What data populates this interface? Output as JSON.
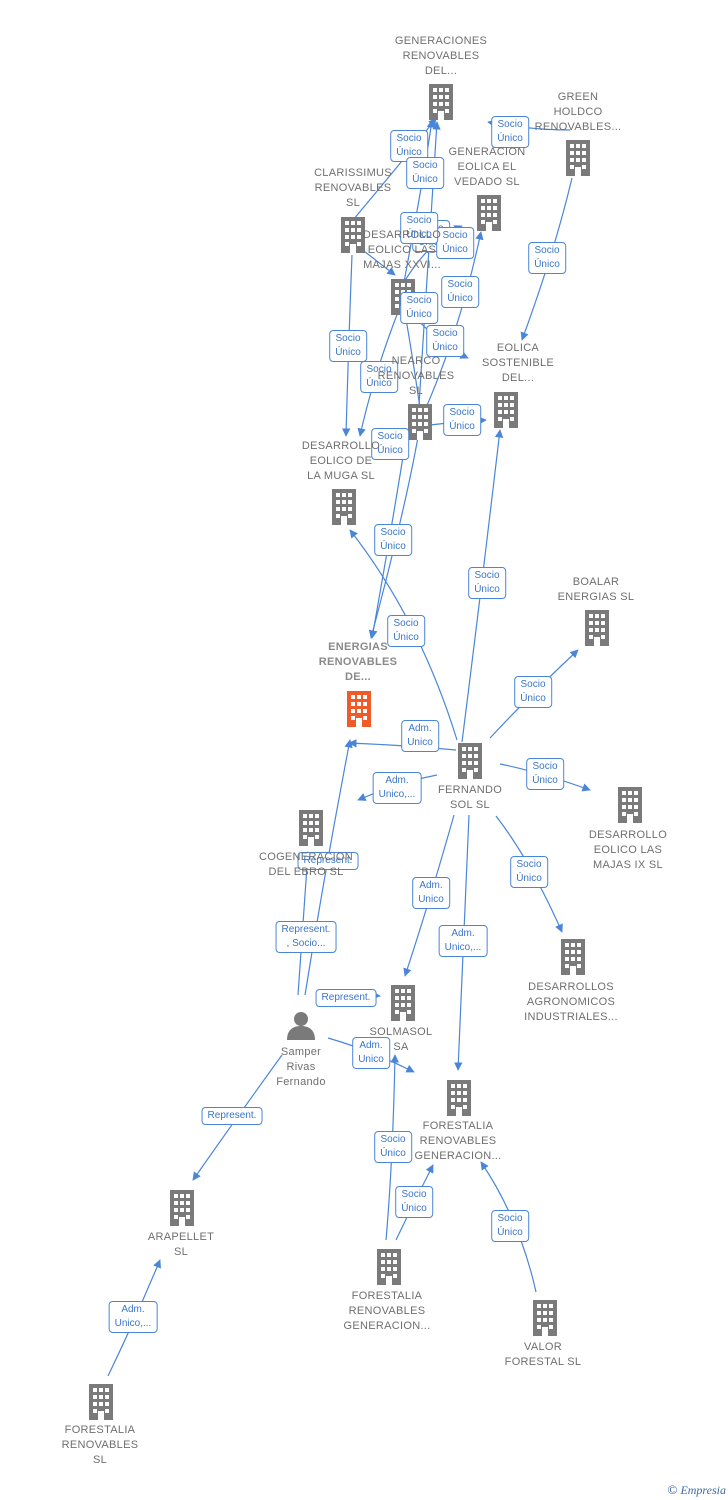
{
  "colors": {
    "edge": "#4a86d8",
    "company_icon": "#7a7a7a",
    "focus_icon": "#f05a28",
    "person_icon": "#7a7a7a",
    "label_text": "#6f6f6f"
  },
  "nodes": [
    {
      "id": "gen_ren_del",
      "kind": "company",
      "label": "GENERACIONES\nRENOVABLES\nDEL..."
    },
    {
      "id": "green_holdco",
      "kind": "company",
      "label": "GREEN\nHOLDCO\nRENOVABLES..."
    },
    {
      "id": "gen_eolica_vedado",
      "kind": "company",
      "label": "GENERACION\nEOLICA EL\nVEDADO SL"
    },
    {
      "id": "clarissimus",
      "kind": "company",
      "label": "CLARISSIMUS\nRENOVABLES\nSL"
    },
    {
      "id": "des_majas_xxvi",
      "kind": "company",
      "label": "DESARROLLO\nEOLICO LAS\nMAJAS XXVI..."
    },
    {
      "id": "eolica_sostenible",
      "kind": "company",
      "label": "EOLICA\nSOSTENIBLE\nDEL..."
    },
    {
      "id": "nearco",
      "kind": "company",
      "label": "NEARCO\nRENOVABLES\nSL"
    },
    {
      "id": "des_muga",
      "kind": "company",
      "label": "DESARROLLO\nEOLICO DE\nLA MUGA SL"
    },
    {
      "id": "energias_ren",
      "kind": "focus",
      "label": "ENERGIAS\nRENOVABLES\nDE..."
    },
    {
      "id": "boalar",
      "kind": "company",
      "label": "BOALAR\nENERGIAS  SL"
    },
    {
      "id": "fernando_sol",
      "kind": "company",
      "label": "FERNANDO\nSOL SL"
    },
    {
      "id": "des_majas_ix",
      "kind": "company",
      "label": "DESARROLLO\nEOLICO LAS\nMAJAS IX  SL"
    },
    {
      "id": "cogen_ebro",
      "kind": "company",
      "label": "COGENERACION\nDEL EBRO SL"
    },
    {
      "id": "des_agronomicos",
      "kind": "company",
      "label": "DESARROLLOS\nAGRONOMICOS\nINDUSTRIALES..."
    },
    {
      "id": "solmasol",
      "kind": "company",
      "label": "SOLMASOL\nSA"
    },
    {
      "id": "samper",
      "kind": "person",
      "label": "Samper\nRivas\nFernando"
    },
    {
      "id": "forestalia_gen1",
      "kind": "company",
      "label": "FORESTALIA\nRENOVABLES\nGENERACION..."
    },
    {
      "id": "arapellet",
      "kind": "company",
      "label": "ARAPELLET\nSL"
    },
    {
      "id": "forestalia_gen2",
      "kind": "company",
      "label": "FORESTALIA\nRENOVABLES\nGENERACION..."
    },
    {
      "id": "valor_forestal",
      "kind": "company",
      "label": "VALOR\nFORESTAL SL"
    },
    {
      "id": "forestalia_sl",
      "kind": "company",
      "label": "FORESTALIA\nRENOVABLES\nSL"
    }
  ],
  "edges": [
    {
      "from": "clarissimus",
      "to": "gen_ren_del",
      "label": "Socio\nÚnico"
    },
    {
      "from": "des_majas_xxvi",
      "to": "gen_ren_del",
      "label": "Socio\nÚnico"
    },
    {
      "from": "nearco",
      "to": "gen_ren_del",
      "label": "Socio\nÚnico"
    },
    {
      "from": "green_holdco",
      "to": "gen_ren_del",
      "label": "Socio\nÚnico"
    },
    {
      "from": "green_holdco",
      "to": "eolica_sostenible",
      "label": "Socio\nÚnico"
    },
    {
      "from": "des_majas_xxvi",
      "to": "gen_eolica_vedado",
      "label": "Socio\nÚnico"
    },
    {
      "from": "nearco",
      "to": "gen_eolica_vedado",
      "label": "Socio\nÚnico"
    },
    {
      "from": "clarissimus",
      "to": "des_majas_xxvi",
      "label": "Socio\nÚnico"
    },
    {
      "from": "nearco",
      "to": "des_majas_xxvi",
      "label": "Socio\nÚnico"
    },
    {
      "from": "des_majas_xxvi",
      "to": "eolica_sostenible",
      "label": "Socio\nÚnico"
    },
    {
      "from": "clarissimus",
      "to": "des_muga",
      "label": "Socio\nÚnico"
    },
    {
      "from": "des_majas_xxvi",
      "to": "des_muga",
      "label": "Socio\nÚnico"
    },
    {
      "from": "nearco",
      "to": "eolica_sostenible",
      "label": "Socio\nÚnico"
    },
    {
      "from": "nearco",
      "to": "des_muga",
      "label": "Socio\nÚnico"
    },
    {
      "from": "nearco",
      "to": "energias_ren",
      "label": "Socio\nÚnico"
    },
    {
      "from": "fernando_sol",
      "to": "eolica_sostenible",
      "label": "Socio\nÚnico"
    },
    {
      "from": "fernando_sol",
      "to": "des_muga",
      "label": "Socio\nÚnico"
    },
    {
      "from": "fernando_sol",
      "to": "boalar",
      "label": "Socio\nÚnico"
    },
    {
      "from": "fernando_sol",
      "to": "energias_ren",
      "label": "Adm.\nUnico"
    },
    {
      "from": "fernando_sol",
      "to": "cogen_ebro",
      "label": "Adm.\nUnico,..."
    },
    {
      "from": "fernando_sol",
      "to": "des_majas_ix",
      "label": "Socio\nÚnico"
    },
    {
      "from": "fernando_sol",
      "to": "des_agronomicos",
      "label": "Socio\nÚnico"
    },
    {
      "from": "fernando_sol",
      "to": "solmasol",
      "label": "Adm.\nUnico"
    },
    {
      "from": "fernando_sol",
      "to": "forestalia_gen1",
      "label": "Adm.\nUnico,..."
    },
    {
      "from": "samper",
      "to": "energias_ren",
      "label": "Represent."
    },
    {
      "from": "samper",
      "to": "cogen_ebro",
      "label": "Represent.\n, Socio..."
    },
    {
      "from": "samper",
      "to": "solmasol",
      "label": "Represent."
    },
    {
      "from": "samper",
      "to": "forestalia_gen1",
      "label": "Adm.\nUnico"
    },
    {
      "from": "samper",
      "to": "arapellet",
      "label": "Represent."
    },
    {
      "from": "forestalia_gen2",
      "to": "forestalia_gen1",
      "label": "Socio\nÚnico"
    },
    {
      "from": "forestalia_gen2",
      "to": "forestalia_gen1",
      "label": "Socio\nÚnico"
    },
    {
      "from": "valor_forestal",
      "to": "forestalia_gen1",
      "label": "Socio\nÚnico"
    },
    {
      "from": "forestalia_sl",
      "to": "arapellet",
      "label": "Adm.\nUnico,..."
    }
  ],
  "footer": {
    "copyright_symbol": "©",
    "brand": "Empresia"
  }
}
